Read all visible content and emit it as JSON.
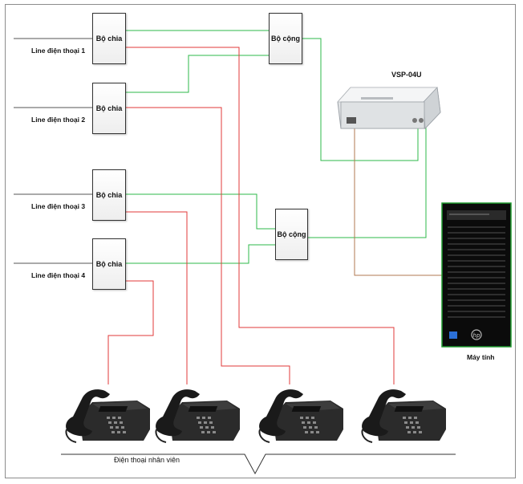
{
  "splitters": [
    "Bộ chia",
    "Bộ chia",
    "Bộ chia",
    "Bộ chia"
  ],
  "combiners": [
    "Bộ cộng",
    "Bộ cộng"
  ],
  "lines": [
    "Line điện thoại 1",
    "Line điện thoại 2",
    "Line điện thoại 3",
    "Line điện thoại 4"
  ],
  "device": {
    "name": "VSP-04U"
  },
  "computer": {
    "label": "Máy tính",
    "brand_icon": "hp-logo-icon"
  },
  "phones": {
    "label": "Điện thoại nhân viên",
    "count": 4
  },
  "colors": {
    "green": "#2db84a",
    "red": "#e23a3a",
    "brown": "#b07a50",
    "line": "#555555"
  }
}
